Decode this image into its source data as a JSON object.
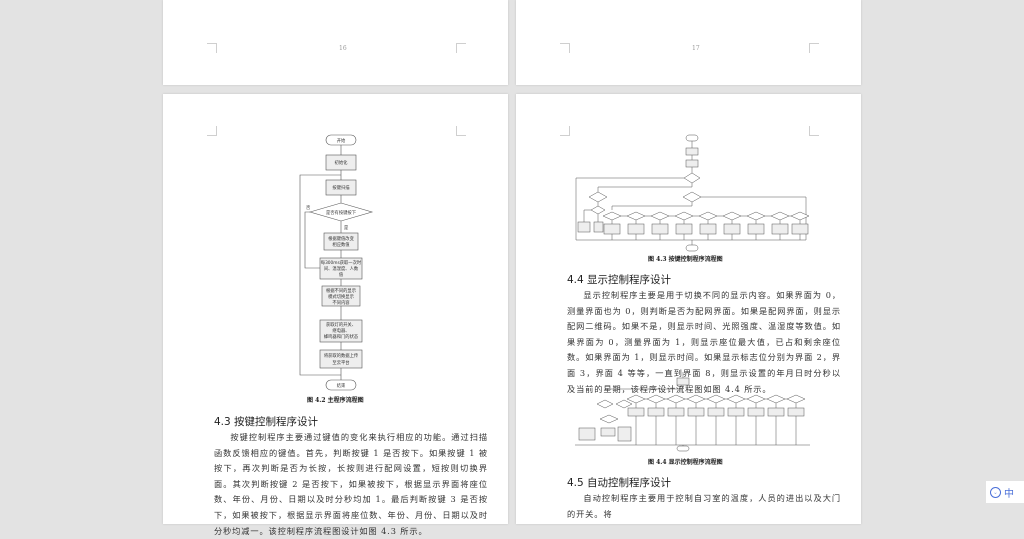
{
  "pages": [
    {
      "number": "16"
    },
    {
      "number": "17"
    }
  ],
  "page18": {
    "figure_4_2": {
      "caption": "图 4.2  主程序流程图",
      "start": "开始",
      "init": "初始化",
      "scan": "按键扫描",
      "decision": "是否有按键按下",
      "no": "否",
      "yes": "是",
      "step1": [
        "根据键值改变",
        "相应数值"
      ],
      "step2": [
        "每300ms获取一次时",
        "间、温湿度、人数",
        "值"
      ],
      "step3": [
        "根据不同的显示",
        "模式切换显示",
        "不同内容"
      ],
      "step4": [
        "获取灯的开关、",
        "继电器、",
        "蜂鸣器和门的状态"
      ],
      "step5": [
        "将获取的数据上传",
        "至云平台"
      ],
      "end": "结束"
    },
    "section_4_3": {
      "heading": "4.3  按键控制程序设计",
      "paragraph": "按键控制程序主要通过键值的变化来执行相应的功能。通过扫描函数反馈相应的键值。首先，判断按键 1 是否按下。如果按键 1 被按下，再次判断是否为长按，长按则进行配网设置，短按则切换界面。其次判断按键 2 是否按下，如果被按下，根据显示界面将座位数、年份、月份、日期以及时分秒均加 1。最后判断按键 3 是否按下，如果被按下，根据显示界面将座位数、年份、月份、日期以及时分秒均减一。该控制程序流程图设计如图 4.3 所示。"
    }
  },
  "page19": {
    "figure_4_3": {
      "caption": "图 4.3  按键控制程序流程图"
    },
    "section_4_4": {
      "heading": "4.4  显示控制程序设计",
      "paragraph": "显示控制程序主要是用于切换不同的显示内容。如果界面为 0，测量界面也为 0，则判断是否为配网界面。如果是配网界面，则显示配网二维码。如果不是，则显示时间、光照强度、温湿度等数值。如果界面为 0，测量界面为 1，则显示座位最大值，已占和剩余座位数。如果界面为 1，则显示时间。如果显示标志位分别为界面 2，界面 3，界面 4 等等，一直到界面 8，则显示设置的年月日时分秒以及当前的星期，该程序设计流程图如图 4.4 所示。"
    },
    "figure_4_4": {
      "caption": "图 4.4  显示控制程序流程图"
    },
    "section_4_5": {
      "heading": "4.5  自动控制程序设计",
      "paragraph": "自动控制程序主要用于控制自习室的温度，人员的进出以及大门的开关。将"
    }
  },
  "ime": {
    "icon": "ime-logo-icon",
    "language": "中",
    "color": "#4a6fd8"
  }
}
